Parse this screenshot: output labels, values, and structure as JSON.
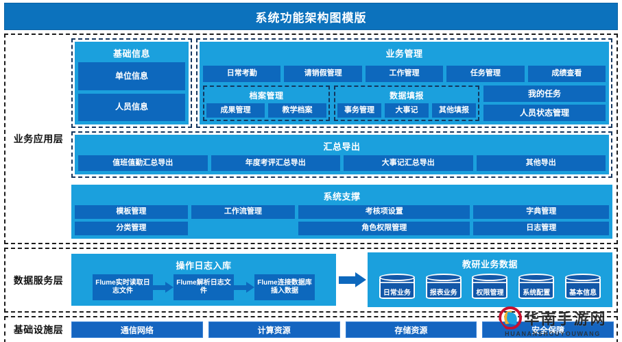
{
  "header": {
    "title": "系统功能架构图模版"
  },
  "layers": {
    "business": {
      "label": "业务应用层",
      "basic_info": {
        "title": "基础信息",
        "items": [
          "单位信息",
          "人员信息"
        ]
      },
      "business_management": {
        "title": "业务管理",
        "row1": [
          "日常考勤",
          "请销假管理",
          "工作管理",
          "任务管理",
          "成绩查看"
        ],
        "archive": {
          "title": "档案管理",
          "items": [
            "成果管理",
            "教学档案"
          ]
        },
        "data_fill": {
          "title": "数据填报",
          "items": [
            "事务管理",
            "大事记",
            "其他填报"
          ]
        },
        "my_task": [
          "我的任务",
          "人员状态管理"
        ]
      },
      "summary_export": {
        "title": "汇总导出",
        "items": [
          "值班值勤汇总导出",
          "年度考评汇总导出",
          "大事记汇总导出",
          "其他导出"
        ]
      },
      "system_support": {
        "title": "系统支撑",
        "columns": [
          [
            "模板管理",
            "工作流管理"
          ],
          [
            "分类管理"
          ],
          [
            "考核项设置",
            "字典管理"
          ],
          [
            "角色权限管理",
            "日志管理"
          ]
        ],
        "grid": {
          "c1_top": "模板管理",
          "c1_bottom": "分类管理",
          "c2_top": "工作流管理",
          "c3_top": "考核项设置",
          "c3_bottom": "角色权限管理",
          "c4_top": "字典管理",
          "c4_bottom": "日志管理"
        }
      }
    },
    "data_service": {
      "label": "数据服务层",
      "oplog": {
        "title": "操作日志入库",
        "steps": [
          "Flume实时读取日志文件",
          "Flume解析日志文件",
          "Flume连接数据库插入数据"
        ]
      },
      "business_data": {
        "title": "教研业务数据",
        "databases": [
          "日常业务",
          "报表业务",
          "权限管理",
          "系统配置",
          "基本信息"
        ]
      }
    },
    "infrastructure": {
      "label": "基础设施层",
      "items": [
        "通信网络",
        "计算资源",
        "存储资源",
        "安全保障"
      ]
    }
  },
  "watermark": {
    "text": "华南手游网",
    "subtext": "HUANANSHOUYOUWANG"
  },
  "colors": {
    "title_bar": "#0c72bd",
    "panel_light": "#1ba0dd",
    "cell_blue": "#0d68bd",
    "infra_blue": "#1565c0",
    "layer_border": "#1a1a1a",
    "subgroup_border": "#13355e"
  }
}
